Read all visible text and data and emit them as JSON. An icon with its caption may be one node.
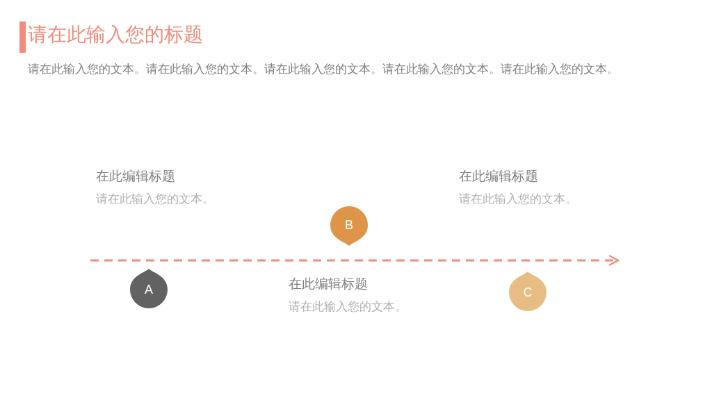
{
  "diagram": {
    "title": "请在此输入您的标题",
    "nodes": [
      {
        "text": [
          "A"
        ],
        "beside": [
          "在此编辑标题",
          "请在此输入您的文本。"
        ]
      },
      {
        "text": [
          "B"
        ],
        "beside": [
          "在此编辑标题",
          "请在此输入您的文本。"
        ]
      },
      {
        "text": [
          "C"
        ],
        "beside": [
          "在此编辑标题",
          "请在此输入您的文本。"
        ]
      }
    ],
    "labels": [
      "请在此输入您的文本。请在此输入您的文本。请在此输入您的文本。请在此输入您的文本。请在此输入您的文本。"
    ]
  }
}
